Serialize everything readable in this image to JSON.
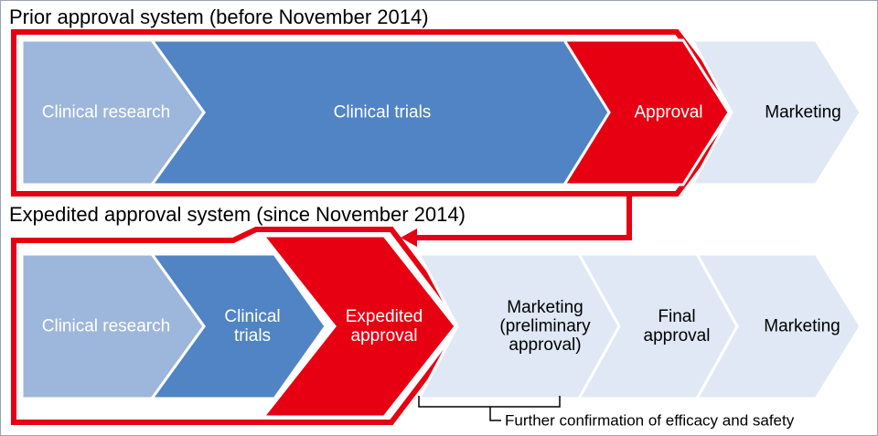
{
  "colors": {
    "accent_red": "#e60012",
    "light_blue": "#9db6dc",
    "mid_blue": "#5084c4",
    "pale_blue": "#dfe8f4",
    "border_gray": "#9aa3b0",
    "text_white": "#ffffff",
    "text_black": "#000000"
  },
  "prior_system": {
    "title": "Prior approval system (before November 2014)",
    "steps": [
      {
        "lines": [
          "Clinical research"
        ]
      },
      {
        "lines": [
          "Clinical trials"
        ]
      },
      {
        "lines": [
          "Approval"
        ]
      },
      {
        "lines": [
          "Marketing"
        ]
      }
    ]
  },
  "expedited_system": {
    "title": "Expedited approval system (since November 2014)",
    "steps": [
      {
        "lines": [
          "Clinical research"
        ]
      },
      {
        "lines": [
          "Clinical",
          "trials"
        ]
      },
      {
        "lines": [
          "Expedited",
          "approval"
        ]
      },
      {
        "lines": [
          "Marketing",
          "(preliminary",
          "approval)"
        ]
      },
      {
        "lines": [
          "Final",
          "approval"
        ]
      },
      {
        "lines": [
          "Marketing"
        ]
      }
    ],
    "bracket_note": "Further confirmation of efficacy and safety"
  }
}
